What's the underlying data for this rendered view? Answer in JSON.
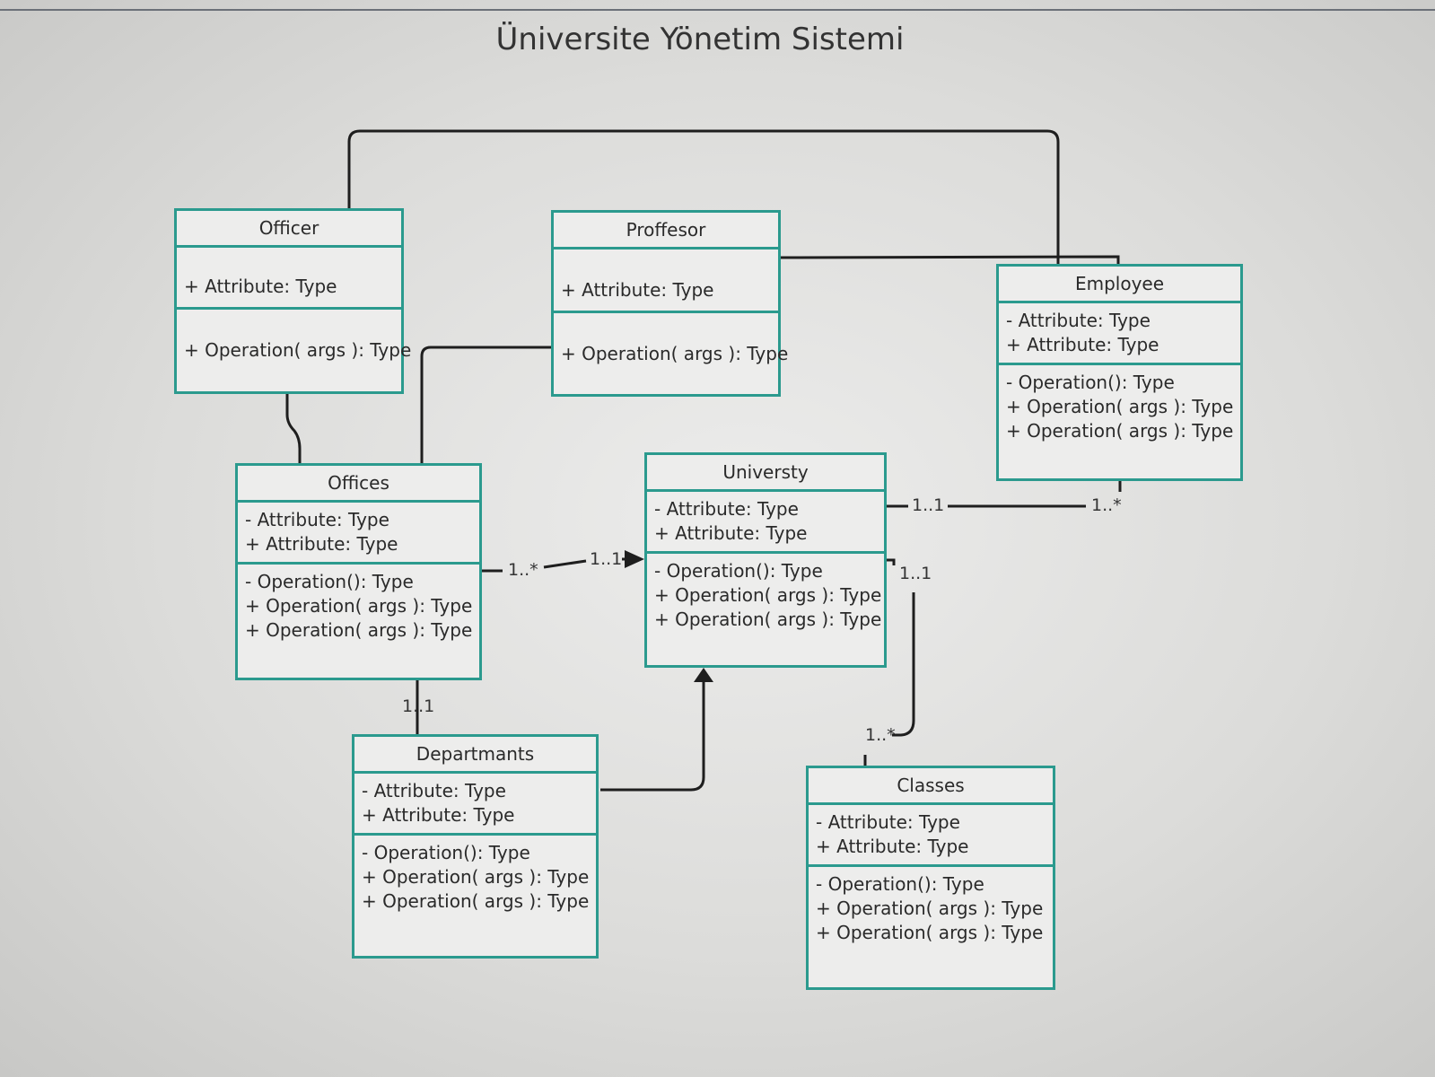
{
  "title": "Üniversite Yönetim Sistemi",
  "classes": {
    "officer": {
      "name": "Officer",
      "attributes": [
        "+ Attribute: Type"
      ],
      "operations": [
        "+ Operation( args ): Type"
      ]
    },
    "proffesor": {
      "name": "Proffesor",
      "attributes": [
        "+ Attribute: Type"
      ],
      "operations": [
        "+ Operation( args ): Type"
      ]
    },
    "employee": {
      "name": "Employee",
      "attributes": [
        "-  Attribute: Type",
        "+ Attribute: Type"
      ],
      "operations": [
        "-  Operation(): Type",
        "+ Operation( args ): Type",
        "+ Operation( args ): Type"
      ]
    },
    "offices": {
      "name": "Offices",
      "attributes": [
        "-  Attribute: Type",
        "+ Attribute: Type"
      ],
      "operations": [
        "-  Operation(): Type",
        "+ Operation( args ): Type",
        "+ Operation( args ): Type"
      ]
    },
    "universty": {
      "name": "Universty",
      "attributes": [
        "-  Attribute: Type",
        "+ Attribute: Type"
      ],
      "operations": [
        "-  Operation(): Type",
        "+ Operation( args ): Type",
        "+ Operation( args ): Type"
      ]
    },
    "departmants": {
      "name": "Departmants",
      "attributes": [
        "-  Attribute: Type",
        "+ Attribute: Type"
      ],
      "operations": [
        "-  Operation(): Type",
        "+ Operation( args ): Type",
        "+ Operation( args ): Type"
      ]
    },
    "classes": {
      "name": "Classes",
      "attributes": [
        "-  Attribute: Type",
        "+ Attribute: Type"
      ],
      "operations": [
        "-  Operation(): Type",
        "+ Operation( args ): Type",
        "+ Operation( args ): Type"
      ]
    }
  },
  "multiplicities": {
    "offices_universty_a": "1..*",
    "offices_universty_b": "1..1",
    "universty_employee_a": "1..1",
    "universty_employee_b": "1..*",
    "universty_classes_a": "1..1",
    "universty_classes_b": "1..*",
    "offices_departmants": "1..1"
  }
}
